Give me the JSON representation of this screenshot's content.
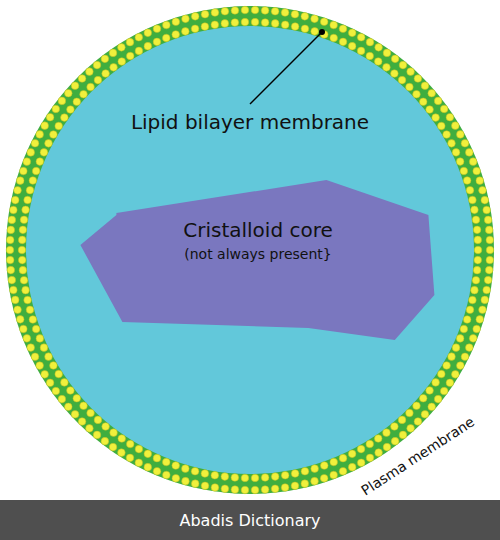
{
  "diagram": {
    "nodes": [
      {
        "text": [
          "Cristalloid core",
          "(not always present}"
        ]
      }
    ],
    "labels": [
      "Lipid bilayer membrane",
      "Plasma membrane",
      "Abadis Dictionary"
    ]
  }
}
